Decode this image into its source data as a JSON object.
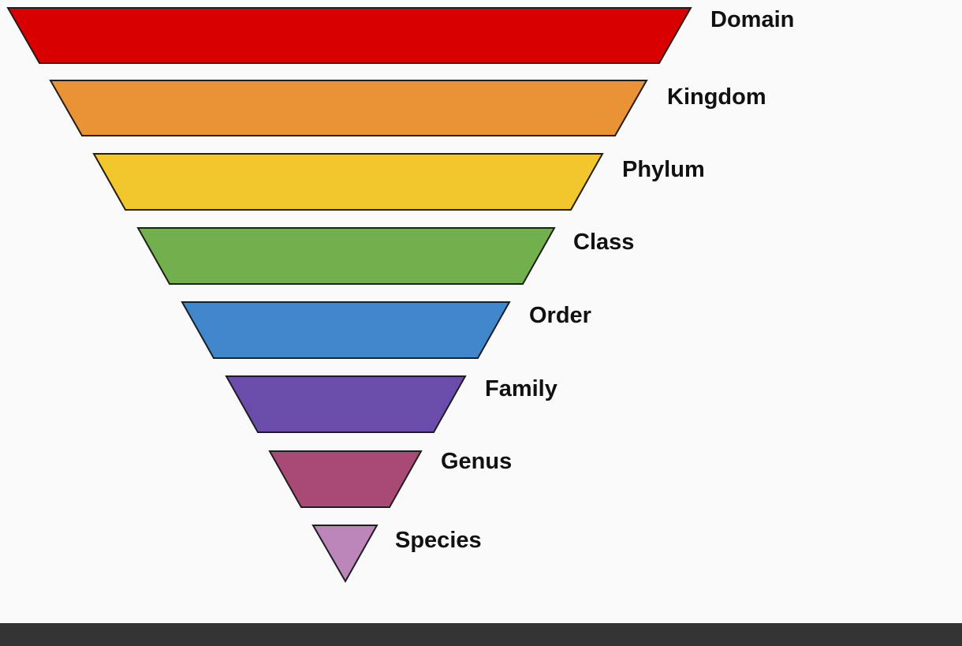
{
  "funnel": {
    "levels": [
      {
        "label": "Domain",
        "color": "#d80000"
      },
      {
        "label": "Kingdom",
        "color": "#ea9336"
      },
      {
        "label": "Phylum",
        "color": "#f2c62d"
      },
      {
        "label": "Class",
        "color": "#72b04e"
      },
      {
        "label": "Order",
        "color": "#4187cb"
      },
      {
        "label": "Family",
        "color": "#6a4daa"
      },
      {
        "label": "Genus",
        "color": "#a94a76"
      },
      {
        "label": "Species",
        "color": "#bc86bb"
      }
    ]
  },
  "colors": {
    "background": "#fafafa",
    "outline": "#1e1e1e",
    "label_text": "#111111",
    "bottom_bar": "#333333"
  }
}
